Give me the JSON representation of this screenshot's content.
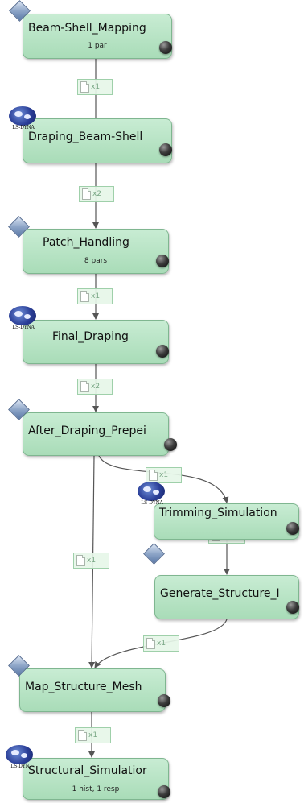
{
  "nodes": [
    {
      "title": "Beam-Shell_Mapping",
      "sub": "1 par",
      "icon": "design-diamond-icon"
    },
    {
      "title": "Draping_Beam-Shell",
      "sub": "",
      "icon": "ls-dyna-globe-icon",
      "icon_text": "LS-DYNA"
    },
    {
      "title": "Patch_Handling",
      "sub": "8 pars",
      "icon": "design-diamond-icon"
    },
    {
      "title": "Final_Draping",
      "sub": "",
      "icon": "ls-dyna-globe-icon",
      "icon_text": "LS-DYNA"
    },
    {
      "title": "After_Draping_Prepei",
      "sub": "",
      "icon": "design-diamond-icon"
    },
    {
      "title": "Trimming_Simulation",
      "sub": "",
      "icon": "ls-dyna-globe-icon",
      "icon_text": "LS-DYNA"
    },
    {
      "title": "Generate_Structure_I",
      "sub": "",
      "icon": "design-diamond-icon"
    },
    {
      "title": "Map_Structure_Mesh",
      "sub": "",
      "icon": "design-diamond-icon"
    },
    {
      "title": "Structural_Simulatior",
      "sub": "1 hist, 1 resp",
      "icon": "ls-dyna-globe-icon",
      "icon_text": "LS-DYN"
    }
  ],
  "edges": [
    {
      "label": "x1"
    },
    {
      "label": "x2"
    },
    {
      "label": "x1"
    },
    {
      "label": "x2"
    },
    {
      "label": "x1"
    },
    {
      "label": "x1"
    },
    {
      "label": "x1"
    },
    {
      "label": "x1"
    },
    {
      "label": "x1"
    }
  ],
  "colors": {
    "node_fill": "#b5e3c2",
    "node_border": "#7fb690",
    "edge": "#555555",
    "label_text": "#7aa886"
  }
}
